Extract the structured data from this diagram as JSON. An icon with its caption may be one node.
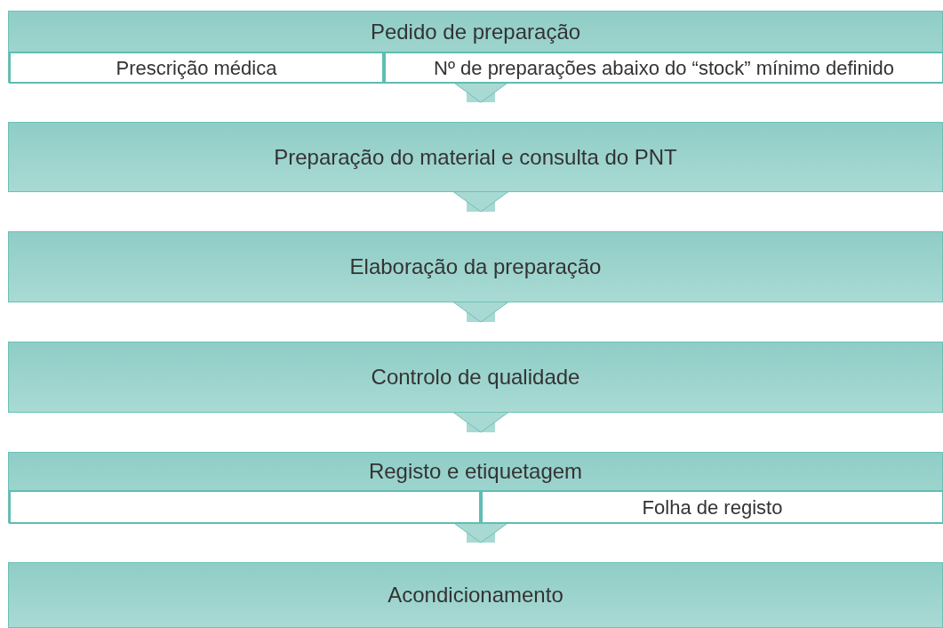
{
  "diagram": {
    "nodes": [
      {
        "text": [
          "Pedido de preparação"
        ]
      },
      {
        "text": [
          "Prescrição médica"
        ],
        "in": 0
      },
      {
        "text": [
          "Nº de preparações abaixo do “stock” mínimo definido"
        ],
        "in": 0
      },
      {
        "text": [
          "Preparação do material e consulta do PNT"
        ]
      },
      {
        "text": [
          "Elaboração da preparação"
        ]
      },
      {
        "text": [
          "Controlo de qualidade"
        ]
      },
      {
        "text": [
          "Registo e etiquetagem"
        ]
      },
      {
        "text": [],
        "shape": "box",
        "in": 6
      },
      {
        "text": [
          "Folha de registo"
        ],
        "in": 6
      },
      {
        "text": [
          "Acondicionamento"
        ]
      }
    ],
    "edges": [
      {
        "from": 0,
        "to": 3,
        "arrow": "to"
      },
      {
        "from": 3,
        "to": 4,
        "arrow": "to"
      },
      {
        "from": 4,
        "to": 5,
        "arrow": "to"
      },
      {
        "from": 5,
        "to": 6,
        "arrow": "to"
      },
      {
        "from": 6,
        "to": 9,
        "arrow": "to"
      }
    ]
  }
}
